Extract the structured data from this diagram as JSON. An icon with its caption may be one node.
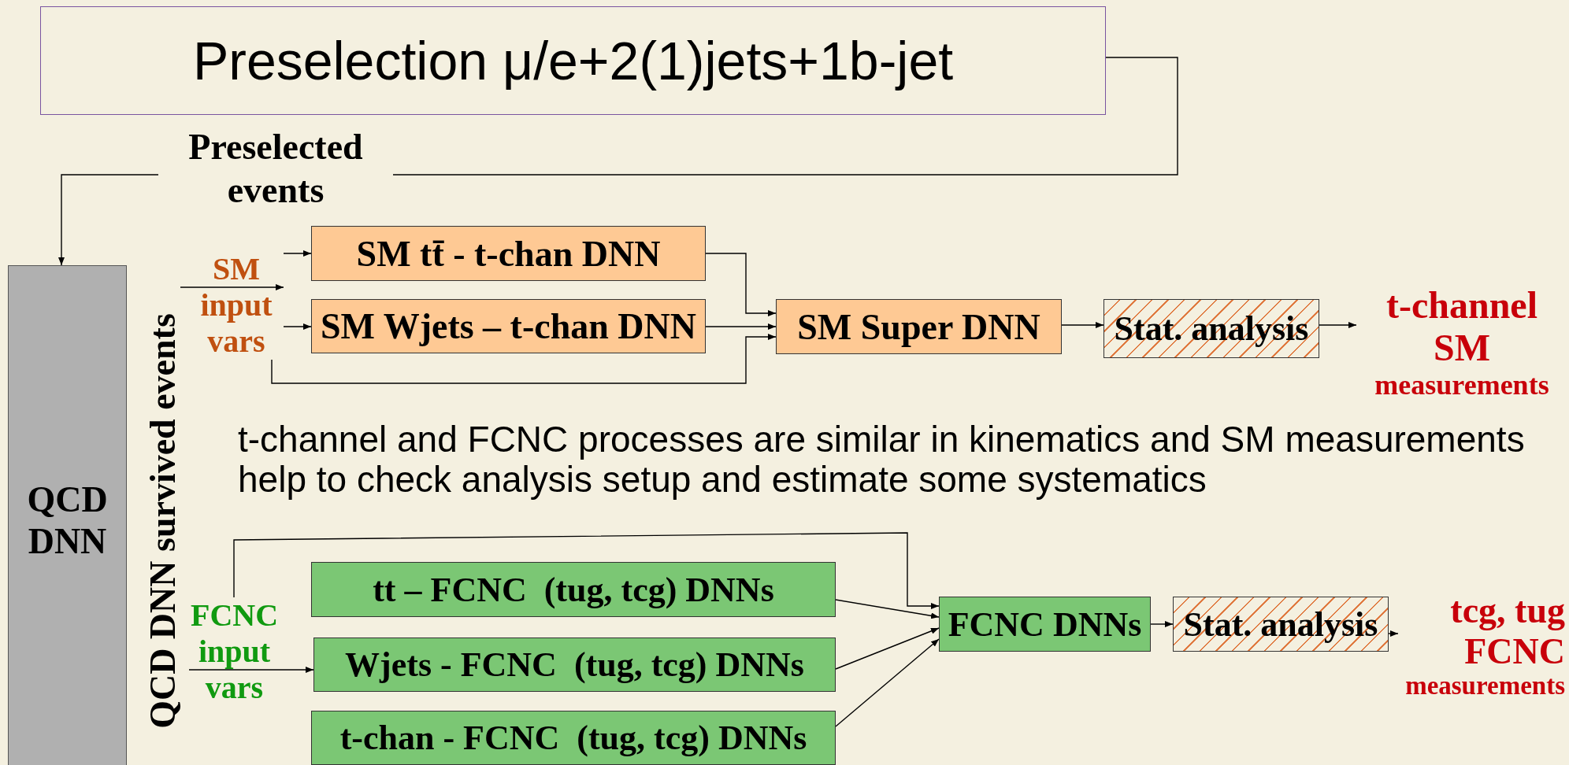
{
  "diagram": {
    "nodes": [
      {
        "text": [
          "Preselection μ/e+2(1)jets+1b-jet"
        ]
      },
      {
        "text": [
          "QCD DNN"
        ]
      },
      {
        "text": [
          "SM input vars"
        ]
      },
      {
        "text": [
          "SM tt̄ - t-chan DNN"
        ]
      },
      {
        "text": [
          "SM Wjets – t-chan DNN"
        ]
      },
      {
        "text": [
          "SM Super DNN"
        ]
      },
      {
        "text": [
          "Stat. analysis"
        ]
      },
      {
        "text": [
          "t-channel SM",
          "measurements"
        ]
      },
      {
        "text": [
          "FCNC input vars"
        ]
      },
      {
        "text": [
          "tt – FCNC  (tug, tcg) DNNs"
        ]
      },
      {
        "text": [
          "Wjets - FCNC  (tug, tcg) DNNs"
        ]
      },
      {
        "text": [
          "t-chan - FCNC  (tug, tcg) DNNs"
        ]
      },
      {
        "text": [
          "FCNC DNNs"
        ]
      },
      {
        "text": [
          "Stat. analysis"
        ]
      },
      {
        "text": [
          "tcg, tug FCNC",
          "measurements"
        ]
      }
    ],
    "edges": [
      {
        "from": 0,
        "to": 1,
        "arrow": "to",
        "label": "Preselected events"
      },
      {
        "from": null,
        "to": 2,
        "arrow": "to"
      },
      {
        "from": 2,
        "to": 3,
        "arrow": "to"
      },
      {
        "from": 2,
        "to": 4,
        "arrow": "to"
      },
      {
        "from": 2,
        "to": 5,
        "arrow": "to"
      },
      {
        "from": 3,
        "to": 5,
        "arrow": "to"
      },
      {
        "from": 4,
        "to": 5,
        "arrow": "to"
      },
      {
        "from": 5,
        "to": 6,
        "arrow": "to"
      },
      {
        "from": 6,
        "to": 7,
        "arrow": "to"
      },
      {
        "from": 8,
        "to": 10,
        "arrow": "to"
      },
      {
        "from": 8,
        "to": 12,
        "arrow": "to"
      },
      {
        "from": 9,
        "to": 12,
        "arrow": "to"
      },
      {
        "from": 10,
        "to": 12,
        "arrow": "to"
      },
      {
        "from": 11,
        "to": 12,
        "arrow": "to"
      },
      {
        "from": 12,
        "to": 13,
        "arrow": "to"
      },
      {
        "from": 13,
        "to": 14,
        "arrow": "to"
      }
    ],
    "labels": [
      "QCD DNN survived events",
      "t-channel and FCNC processes are similar in kinematics and SM measurements help to check analysis setup and estimate some systematics"
    ]
  }
}
